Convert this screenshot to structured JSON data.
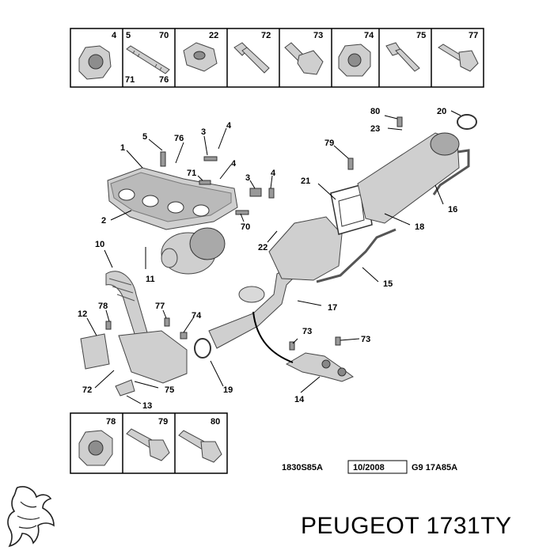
{
  "top_legend": [
    {
      "num": "4"
    },
    {
      "num_a": "5",
      "num_b": "70",
      "num_c": "71",
      "num_d": "76"
    },
    {
      "num": "22"
    },
    {
      "num": "72"
    },
    {
      "num": "73"
    },
    {
      "num": "74"
    },
    {
      "num": "75"
    },
    {
      "num": "77"
    }
  ],
  "bottom_legend": [
    {
      "num": "78"
    },
    {
      "num": "79"
    },
    {
      "num": "80"
    }
  ],
  "callouts": {
    "c1": "1",
    "c2": "2",
    "c3a": "3",
    "c3b": "3",
    "c4a": "4",
    "c4b": "4",
    "c4c": "4",
    "c5": "5",
    "c70": "70",
    "c71": "71",
    "c76": "76",
    "c10": "10",
    "c11": "11",
    "c12": "12",
    "c13": "13",
    "c14": "14",
    "c15": "15",
    "c16": "16",
    "c17": "17",
    "c18": "18",
    "c19": "19",
    "c20": "20",
    "c21": "21",
    "c22": "22",
    "c23": "23",
    "c72": "72",
    "c73a": "73",
    "c73b": "73",
    "c74": "74",
    "c75": "75",
    "c77": "77",
    "c78": "78",
    "c79": "79",
    "c80": "80"
  },
  "reference": {
    "code": "1830S85A",
    "date": "10/2008",
    "variant": "G9 17A85A"
  },
  "footer": {
    "brand_part": "PEUGEOT 1731TY"
  }
}
